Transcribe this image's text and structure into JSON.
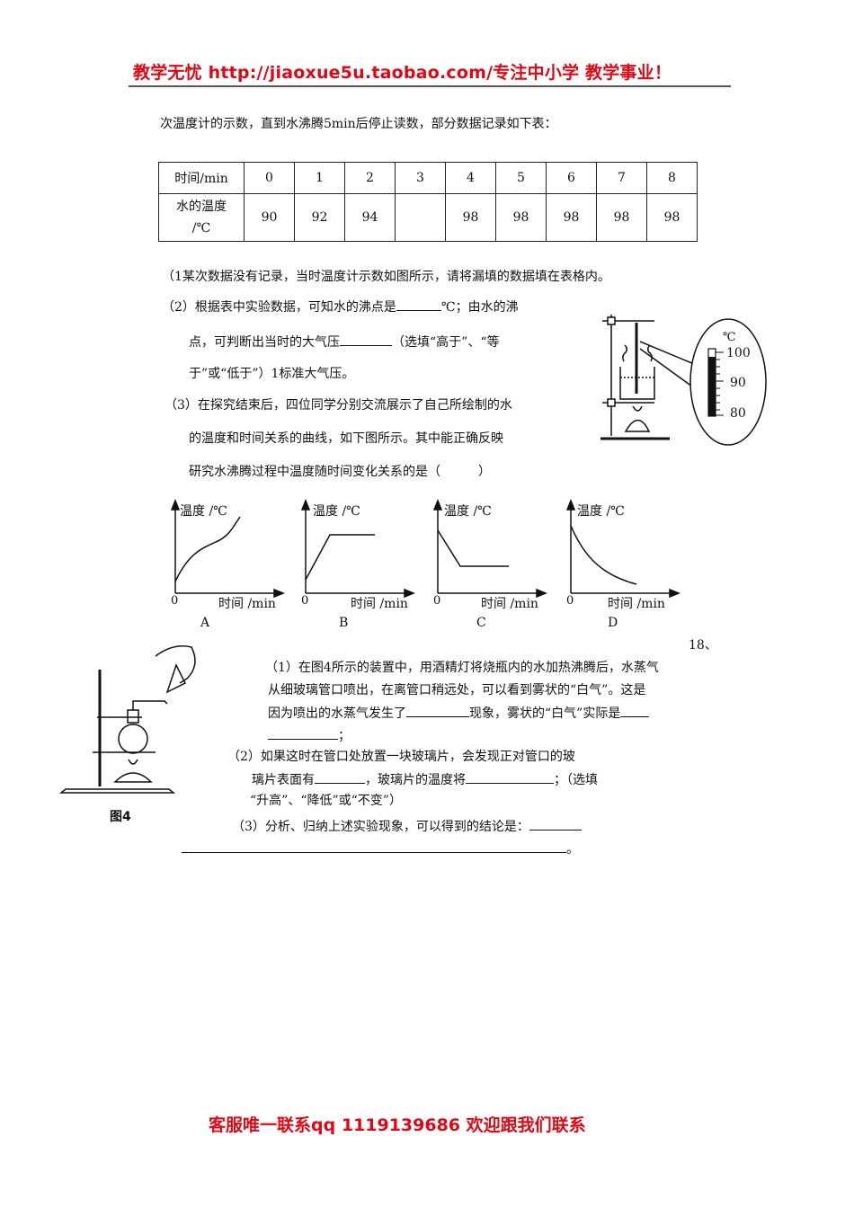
{
  "header": {
    "text": "教学无忧 http://jiaoxue5u.taobao.com/专注中小学 教学事业！"
  },
  "intro": "次温度计的示数，直到水沸腾5min后停止读数，部分数据记录如下表：",
  "table": {
    "row1_header": "时间/min",
    "times": [
      "0",
      "1",
      "2",
      "3",
      "4",
      "5",
      "6",
      "7",
      "8"
    ],
    "row2_header_line1": "水的温度",
    "row2_header_line2": "/℃",
    "temps": [
      "90",
      "92",
      "94",
      "",
      "98",
      "98",
      "98",
      "98",
      "98"
    ]
  },
  "q17": {
    "p1": "（1某次数据没有记录，当时温度计示数如图所示，请将漏填的数据填在表格内。",
    "p2_a": "（2）根据表中实验数据，可知水的沸点是",
    "p2_b": "℃；由水的沸",
    "p2_c": "点，可判断出当时的大气压",
    "p2_d": "（选填“高于”、“等",
    "p2_e": "于”或“低于”）1标准大气压。",
    "p3_a": "（3）在探究结束后，四位同学分别交流展示了自己所绘制的水",
    "p3_b": "的温度和时间关系的曲线，如下图所示。其中能正确反映",
    "p3_c": "研究水沸腾过程中温度随时间变化关系的是（　　　）"
  },
  "thermometer": {
    "unit": "℃",
    "tick_labels": [
      "100",
      "90",
      "80"
    ],
    "reading": 96
  },
  "chart_data": [
    {
      "type": "line",
      "label": "A",
      "ylabel": "温度 /℃",
      "xlabel": "时间 /min",
      "origin": "0",
      "shape": "rising curve, no plateau"
    },
    {
      "type": "line",
      "label": "B",
      "ylabel": "温度 /℃",
      "xlabel": "时间 /min",
      "origin": "0",
      "shape": "rising line then horizontal plateau"
    },
    {
      "type": "line",
      "label": "C",
      "ylabel": "温度 /℃",
      "xlabel": "时间 /min",
      "origin": "0",
      "shape": "falling line then horizontal plateau"
    },
    {
      "type": "line",
      "label": "D",
      "ylabel": "温度 /℃",
      "xlabel": "时间 /min",
      "origin": "0",
      "shape": "falling curve"
    }
  ],
  "q18": {
    "number": "18、",
    "p1_a": "（1）在图4所示的装置中，用酒精灯将烧瓶内的水加热沸腾后，水蒸气",
    "p1_b": "从细玻璃管口喷出，在离管口稍远处，可以看到雾状的“白气”。这是",
    "p1_c": "因为喷出的水蒸气发生了",
    "p1_d": "现象，雾状的“白气”实际是",
    "p1_e": "；",
    "p2_a": "（2）如果这时在管口处放置一块玻璃片，会发现正对管口的玻",
    "p2_b": "璃片表面有",
    "p2_c": "，玻璃片的温度将",
    "p2_d": "；（选填",
    "p2_e": "“升高”、“降低”或“不变”）",
    "p3_a": "（3）分析、归纳上述实验现象，可以得到的结论是：",
    "p3_b": "。",
    "figure_caption": "图4"
  },
  "footer": {
    "text": "客服唯一联系qq  1119139686 欢迎跟我们联系"
  }
}
